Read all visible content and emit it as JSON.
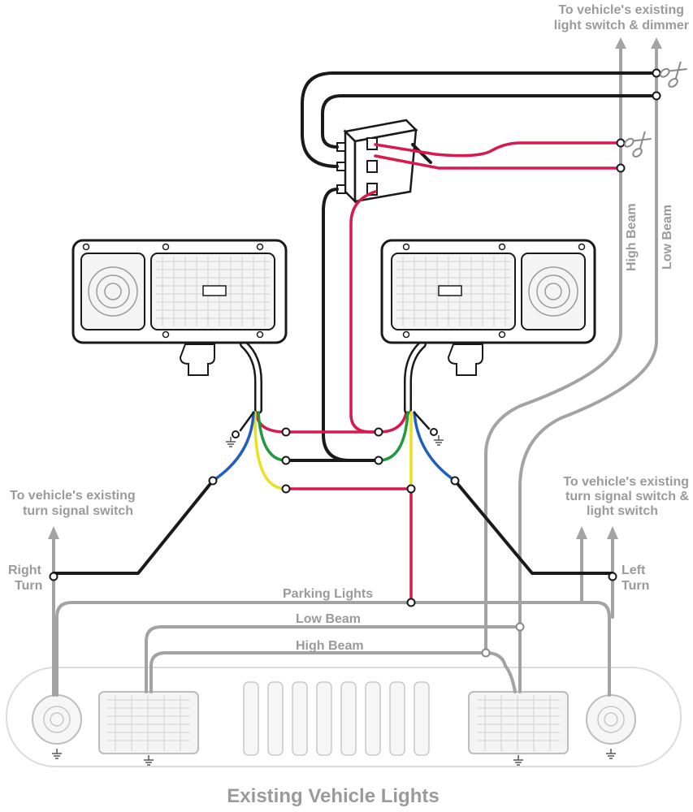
{
  "labels": {
    "top_line1": "To vehicle's existing",
    "top_line2": "light switch & dimmer",
    "left_line1": "To vehicle's existing",
    "left_line2": "turn signal switch",
    "right_line1": "To vehicle's existing",
    "right_line2": "turn signal switch &",
    "right_line3": "light switch",
    "high_beam_vertical": "High Beam",
    "low_beam_vertical": "Low Beam",
    "right_turn_1": "Right",
    "right_turn_2": "Turn",
    "left_turn_1": "Left",
    "left_turn_2": "Turn",
    "parking_lights": "Parking Lights",
    "low_beam": "Low Beam",
    "high_beam": "High Beam",
    "caption": "Existing Vehicle Lights"
  },
  "colors": {
    "ground_wire": "#1a1a1a",
    "high_beam_wire": "#d8194d",
    "low_beam_wire": "#1f9a3d",
    "parking_wire": "#e8e020",
    "turn_wire": "#1f5fbf",
    "vehicle_wire": "#a3a3a3"
  }
}
